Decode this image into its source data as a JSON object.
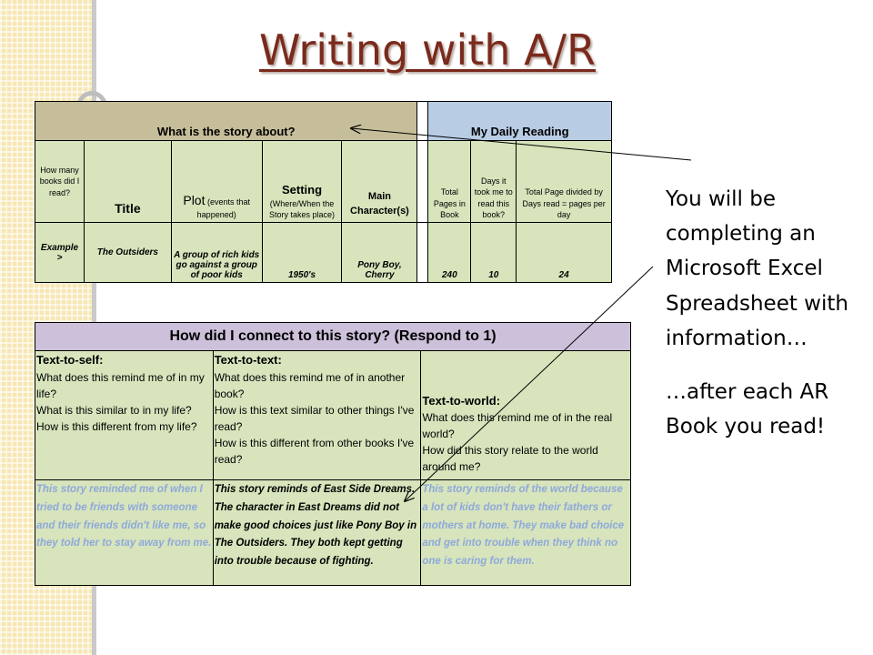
{
  "title": "Writing with A/R",
  "reading_log": {
    "header_left": "What is the story about?",
    "header_right": "My Daily Reading",
    "columns": {
      "how_many": "How many books did I read?",
      "title": "Title",
      "plot": "Plot",
      "plot_note": "(events that happened)",
      "setting": "Setting",
      "setting_note": "(Where/When the Story takes place)",
      "main_characters": "Main Character(s)",
      "total_pages": "Total Pages in Book",
      "days": "Days it took me to read this book?",
      "pages_per_day": "Total Page divided by Days read = pages per day"
    },
    "example": {
      "label": "Example >",
      "title": "The Outsiders",
      "plot": "A group of rich kids go against a group of poor kids",
      "setting": "1950's",
      "characters": "Pony Boy, Cherry",
      "total_pages": "240",
      "days": "10",
      "pages_per_day": "24"
    }
  },
  "connection": {
    "heading": "How did I connect to this story?  (Respond to 1)",
    "text_to_self": {
      "label": "Text-to-self:",
      "q1": "What does this remind me of in my life?",
      "q2": "What is this similar to in my life?",
      "q3": "How is this different from my life?",
      "answer": "This story reminded me of when I tried to be friends with someone and their friends didn't like me, so they told her to stay away from me."
    },
    "text_to_text": {
      "label": "Text-to-text:",
      "q1": "What does this remind me of in another book?",
      "q2": "How is this text similar to other things I've read?",
      "q3": "How is this different from other books I've read?",
      "answer": "This story reminds of East Side Dreams.  The character in East Dreams did not make good choices just like Pony Boy in The Outsiders.  They both kept getting into trouble because of fighting."
    },
    "text_to_world": {
      "label": "Text-to-world:",
      "q1": "What does this remind me of in the real world?",
      "q2": "How did this story relate to the world around me?",
      "answer": "This story reminds of the world because a lot of kids don't have their fathers or mothers at home.  They make bad choice and get into trouble when they think no one is caring for them."
    }
  },
  "note": {
    "line1": "You will be completing an Microsoft Excel Spreadsheet with information…",
    "line2": "…after each AR Book you read!"
  },
  "colors": {
    "title": "#7a2a1c",
    "tan_header": "#c6be9a",
    "blue_header": "#b8cce4",
    "green_cells": "#d7e4bc",
    "lavender_header": "#ccc0da",
    "blue_answer": "#8ea9db",
    "sidebar": "#f7e7b4"
  }
}
